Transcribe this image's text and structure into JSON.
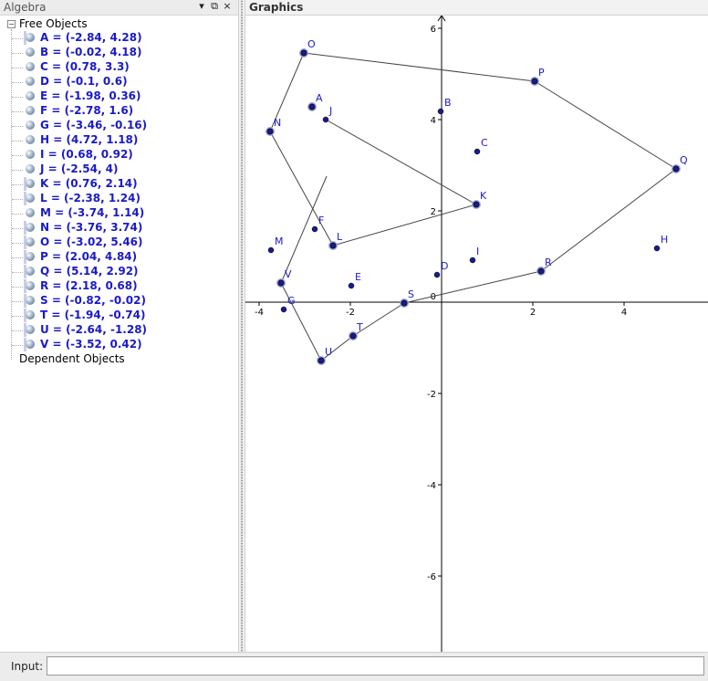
{
  "algebra": {
    "title": "Algebra",
    "header_buttons": [
      "▾",
      "⧉",
      "×"
    ],
    "root_label": "Free Objects",
    "expander": "−",
    "dependent_label": "Dependent Objects",
    "items": [
      {
        "name": "A",
        "label": "A = (-2.84, 4.28)",
        "selected": true
      },
      {
        "name": "B",
        "label": "B = (-0.02, 4.18)",
        "selected": false
      },
      {
        "name": "C",
        "label": "C = (0.78, 3.3)",
        "selected": false
      },
      {
        "name": "D",
        "label": "D = (-0.1, 0.6)",
        "selected": false
      },
      {
        "name": "E",
        "label": "E = (-1.98, 0.36)",
        "selected": false
      },
      {
        "name": "F",
        "label": "F = (-2.78, 1.6)",
        "selected": false
      },
      {
        "name": "G",
        "label": "G = (-3.46, -0.16)",
        "selected": false
      },
      {
        "name": "H",
        "label": "H = (4.72, 1.18)",
        "selected": false
      },
      {
        "name": "I",
        "label": "I = (0.68, 0.92)",
        "selected": false
      },
      {
        "name": "J",
        "label": "J = (-2.54, 4)",
        "selected": false
      },
      {
        "name": "K",
        "label": "K = (0.76, 2.14)",
        "selected": true
      },
      {
        "name": "L",
        "label": "L = (-2.38, 1.24)",
        "selected": true
      },
      {
        "name": "M",
        "label": "M = (-3.74, 1.14)",
        "selected": false
      },
      {
        "name": "N",
        "label": "N = (-3.76, 3.74)",
        "selected": true
      },
      {
        "name": "O",
        "label": "O = (-3.02, 5.46)",
        "selected": true
      },
      {
        "name": "P",
        "label": "P = (2.04, 4.84)",
        "selected": true
      },
      {
        "name": "Q",
        "label": "Q = (5.14, 2.92)",
        "selected": true
      },
      {
        "name": "R",
        "label": "R = (2.18, 0.68)",
        "selected": true
      },
      {
        "name": "S",
        "label": "S = (-0.82, -0.02)",
        "selected": true
      },
      {
        "name": "T",
        "label": "T = (-1.94, -0.74)",
        "selected": true
      },
      {
        "name": "U",
        "label": "U = (-2.64, -1.28)",
        "selected": true
      },
      {
        "name": "V",
        "label": "V = (-3.52, 0.42)",
        "selected": true
      }
    ]
  },
  "graphics": {
    "title": "Graphics",
    "axes": {
      "x_ticks": [
        -4,
        -2,
        2,
        4
      ],
      "y_ticks": [
        6,
        4,
        2,
        -2,
        -4,
        -6
      ],
      "origin_label": "0"
    },
    "colors": {
      "point": "#1a1a8c",
      "label": "#1a1ac8",
      "line": "#444444",
      "axis": "#000000",
      "selected_halo": "#9fa8d8"
    },
    "points": [
      {
        "name": "A",
        "x": -2.84,
        "y": 4.28,
        "selected": true
      },
      {
        "name": "B",
        "x": -0.02,
        "y": 4.18,
        "selected": false
      },
      {
        "name": "C",
        "x": 0.78,
        "y": 3.3,
        "selected": false
      },
      {
        "name": "D",
        "x": -0.1,
        "y": 0.6,
        "selected": false
      },
      {
        "name": "E",
        "x": -1.98,
        "y": 0.36,
        "selected": false
      },
      {
        "name": "F",
        "x": -2.78,
        "y": 1.6,
        "selected": false
      },
      {
        "name": "G",
        "x": -3.46,
        "y": -0.16,
        "selected": false
      },
      {
        "name": "H",
        "x": 4.72,
        "y": 1.18,
        "selected": false
      },
      {
        "name": "I",
        "x": 0.68,
        "y": 0.92,
        "selected": false
      },
      {
        "name": "J",
        "x": -2.54,
        "y": 4,
        "selected": false
      },
      {
        "name": "K",
        "x": 0.76,
        "y": 2.14,
        "selected": true
      },
      {
        "name": "L",
        "x": -2.38,
        "y": 1.24,
        "selected": true
      },
      {
        "name": "M",
        "x": -3.74,
        "y": 1.14,
        "selected": false
      },
      {
        "name": "N",
        "x": -3.76,
        "y": 3.74,
        "selected": true
      },
      {
        "name": "O",
        "x": -3.02,
        "y": 5.46,
        "selected": true
      },
      {
        "name": "P",
        "x": 2.04,
        "y": 4.84,
        "selected": true
      },
      {
        "name": "Q",
        "x": 5.14,
        "y": 2.92,
        "selected": true
      },
      {
        "name": "R",
        "x": 2.18,
        "y": 0.68,
        "selected": true
      },
      {
        "name": "S",
        "x": -0.82,
        "y": -0.02,
        "selected": true
      },
      {
        "name": "T",
        "x": -1.94,
        "y": -0.74,
        "selected": true
      },
      {
        "name": "U",
        "x": -2.64,
        "y": -1.28,
        "selected": true
      },
      {
        "name": "V",
        "x": -3.52,
        "y": 0.42,
        "selected": true
      }
    ],
    "polyline": [
      "J",
      "K",
      "L",
      "N",
      "O",
      "P",
      "Q",
      "R",
      "S",
      "T",
      "U",
      "V"
    ],
    "extra_segment": [
      [
        -3.52,
        0.42
      ],
      [
        -2.52,
        2.76
      ]
    ]
  },
  "input": {
    "label": "Input:",
    "value": ""
  }
}
